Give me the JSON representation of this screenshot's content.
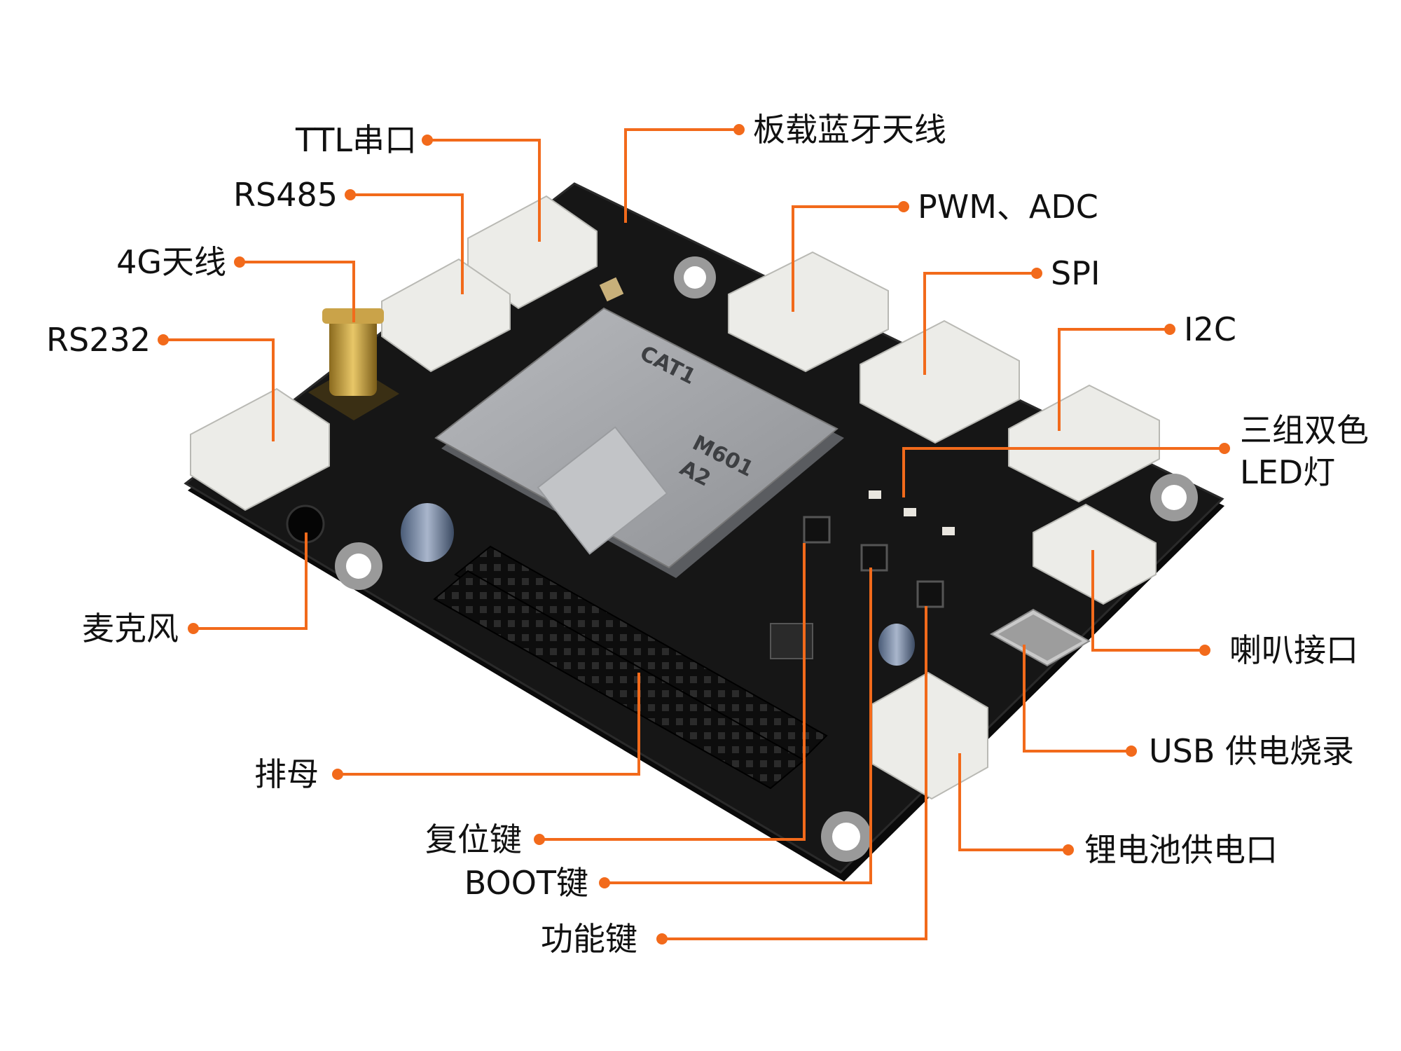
{
  "colors": {
    "callout": "#f26a1b",
    "board": "#141414",
    "board_edge": "#222222",
    "connector": "#ecece8",
    "module": "#a9abaf",
    "text": "#111111"
  },
  "module": {
    "brand": "CAT1",
    "model": "M601",
    "version": "A2"
  },
  "labels": {
    "ttl": "TTL串口",
    "rs485": "RS485",
    "antenna_4g": "4G天线",
    "rs232": "RS232",
    "bt_antenna": "板载蓝牙天线",
    "pwm_adc": "PWM、ADC",
    "spi": "SPI",
    "i2c": "I2C",
    "led_line1": "三组双色",
    "led_line2": "LED灯",
    "mic": "麦克风",
    "speaker": "喇叭接口",
    "usb": "USB 供电烧录",
    "header": "排母",
    "reset": "复位键",
    "battery": "锂电池供电口",
    "boot": "BOOT键",
    "func": "功能键"
  }
}
